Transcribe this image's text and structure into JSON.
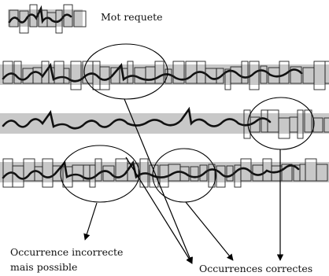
{
  "query_label": "Mot requete",
  "incorrect_label": {
    "line1": "Occurrence incorrecte",
    "line2": "mais possible"
  },
  "correct_label": "Occurrences correctes",
  "colors": {
    "band": "#c8c8c8",
    "ink": "#111111",
    "box": "#222222",
    "arrow": "#000000"
  }
}
